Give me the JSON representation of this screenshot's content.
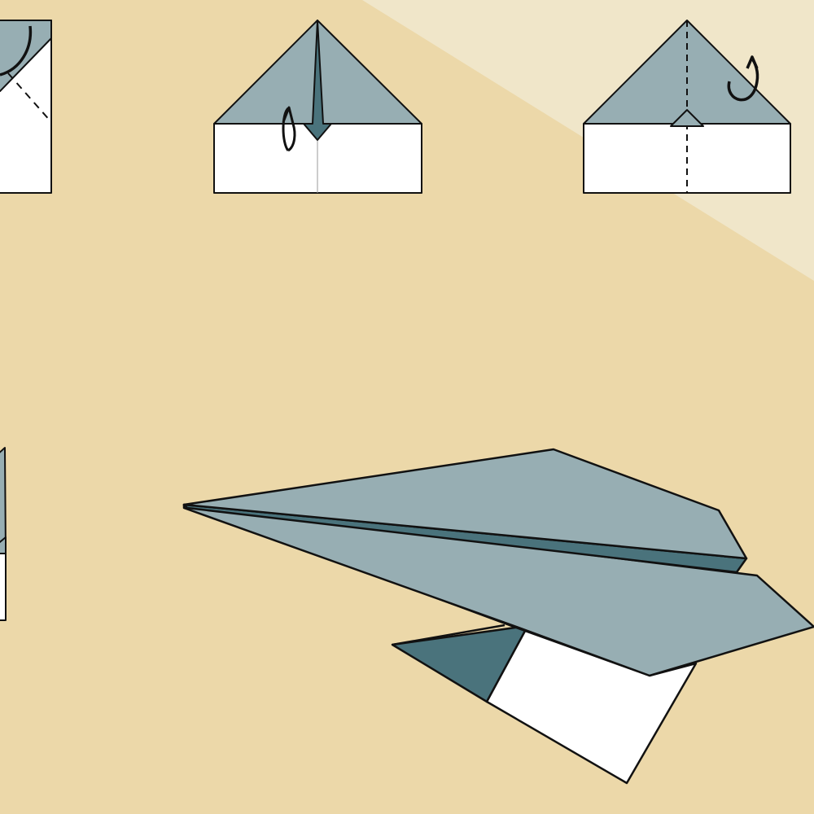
{
  "colors": {
    "background": "#ecd8a9",
    "background_light": "#f0e6c9",
    "paper_front": "#97aeb3",
    "paper_back": "#4a737c",
    "paper_white": "#ffffff",
    "outline": "#111111"
  },
  "steps": [
    {
      "id": "step-1",
      "icons": [
        "fold-arrow-icon",
        "dashed-fold-line"
      ]
    },
    {
      "id": "step-2",
      "icons": [
        "flip-arrow-icon"
      ]
    },
    {
      "id": "step-3",
      "icons": [
        "flip-arrow-icon",
        "dashed-fold-line"
      ]
    },
    {
      "id": "step-4",
      "icons": []
    },
    {
      "id": "final-plane",
      "icons": []
    }
  ]
}
